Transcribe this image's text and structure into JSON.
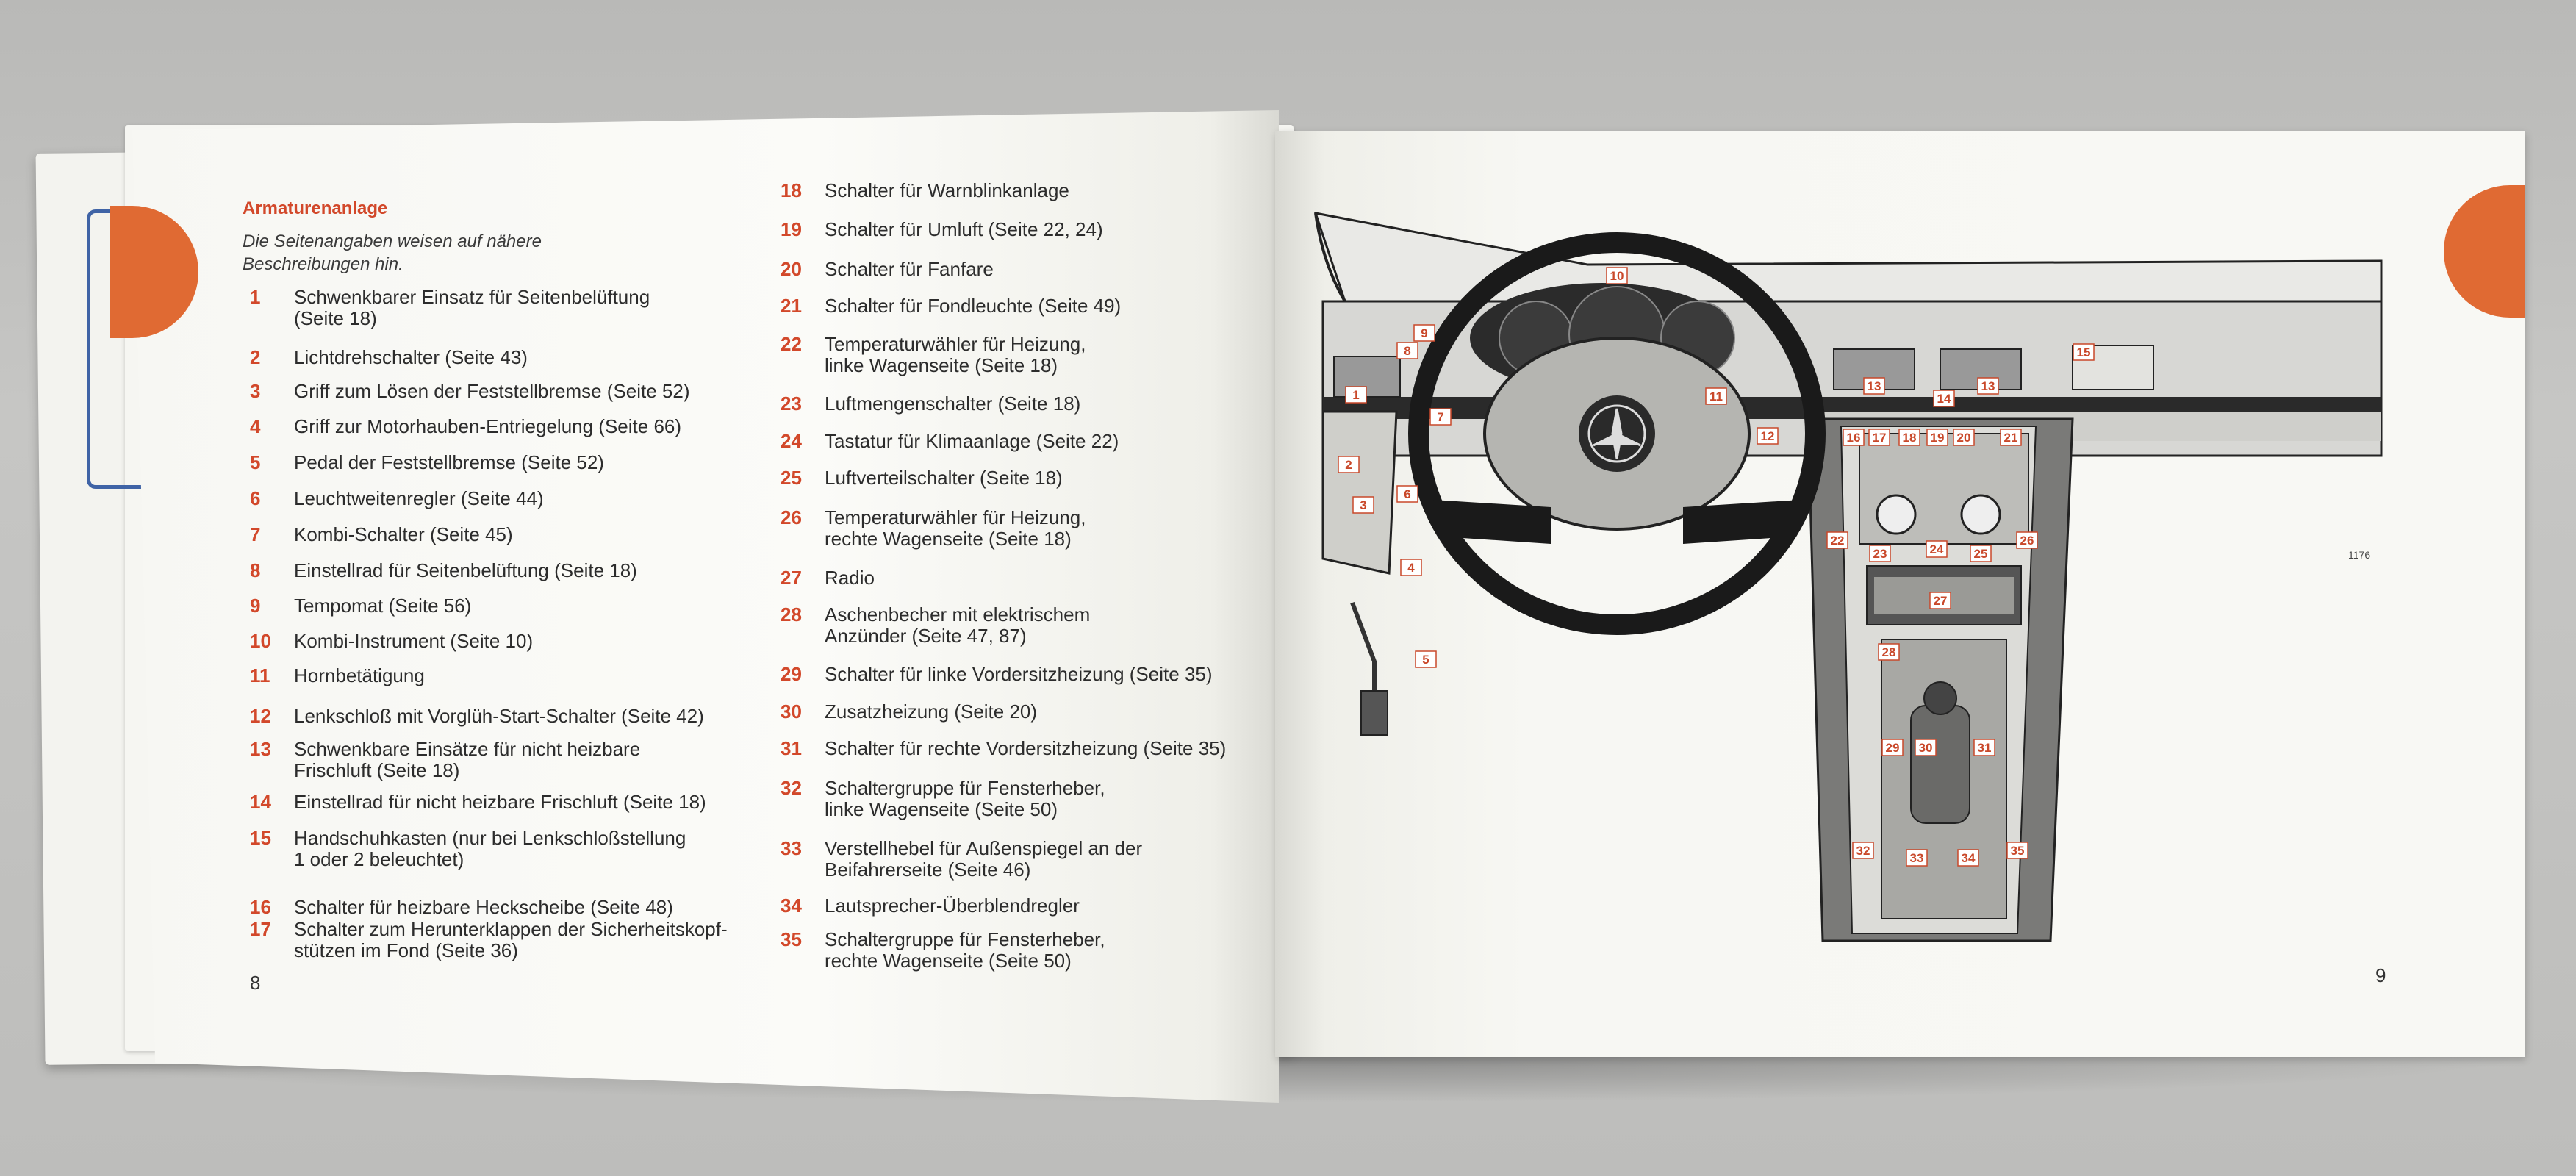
{
  "left_page": {
    "heading": "Armaturenanlage",
    "intro": "Die Seitenangaben weisen auf nähere Beschreibungen hin.",
    "page_number": "8",
    "items_col1": [
      {
        "num": "1",
        "label": "Schwenkbarer Einsatz für Seitenbelüftung\n(Seite 18)"
      },
      {
        "num": "2",
        "label": "Lichtdrehschalter (Seite 43)"
      },
      {
        "num": "3",
        "label": "Griff zum Lösen der Feststellbremse (Seite 52)"
      },
      {
        "num": "4",
        "label": "Griff zur Motorhauben-Entriegelung (Seite 66)"
      },
      {
        "num": "5",
        "label": "Pedal der Feststellbremse (Seite 52)"
      },
      {
        "num": "6",
        "label": "Leuchtweitenregler (Seite 44)"
      },
      {
        "num": "7",
        "label": "Kombi-Schalter (Seite 45)"
      },
      {
        "num": "8",
        "label": "Einstellrad für Seitenbelüftung (Seite 18)"
      },
      {
        "num": "9",
        "label": "Tempomat (Seite 56)"
      },
      {
        "num": "10",
        "label": "Kombi-Instrument (Seite 10)"
      },
      {
        "num": "11",
        "label": "Hornbetätigung"
      },
      {
        "num": "12",
        "label": "Lenkschloß mit Vorglüh-Start-Schalter (Seite 42)"
      },
      {
        "num": "13",
        "label": "Schwenkbare Einsätze für nicht heizbare\nFrischluft (Seite 18)"
      },
      {
        "num": "14",
        "label": "Einstellrad für nicht heizbare Frischluft (Seite 18)"
      },
      {
        "num": "15",
        "label": "Handschuhkasten (nur bei Lenkschloßstellung\n1 oder 2 beleuchtet)"
      },
      {
        "num": "16",
        "label": "Schalter für heizbare Heckscheibe (Seite 48)"
      },
      {
        "num": "17",
        "label": "Schalter zum Herunterklappen der Sicherheitskopf-\nstützen im Fond (Seite 36)"
      }
    ],
    "items_col2": [
      {
        "num": "18",
        "label": "Schalter für Warnblinkanlage"
      },
      {
        "num": "19",
        "label": "Schalter für Umluft (Seite 22, 24)"
      },
      {
        "num": "20",
        "label": "Schalter für Fanfare"
      },
      {
        "num": "21",
        "label": "Schalter für Fondleuchte (Seite 49)"
      },
      {
        "num": "22",
        "label": "Temperaturwähler für Heizung,\nlinke Wagenseite (Seite 18)"
      },
      {
        "num": "23",
        "label": "Luftmengenschalter (Seite 18)"
      },
      {
        "num": "24",
        "label": "Tastatur für Klimaanlage (Seite 22)"
      },
      {
        "num": "25",
        "label": "Luftverteilschalter (Seite 18)"
      },
      {
        "num": "26",
        "label": "Temperaturwähler für Heizung,\nrechte Wagenseite (Seite 18)"
      },
      {
        "num": "27",
        "label": "Radio"
      },
      {
        "num": "28",
        "label": "Aschenbecher mit elektrischem\nAnzünder (Seite 47, 87)"
      },
      {
        "num": "29",
        "label": "Schalter für linke Vordersitzheizung (Seite 35)"
      },
      {
        "num": "30",
        "label": "Zusatzheizung (Seite 20)"
      },
      {
        "num": "31",
        "label": "Schalter für rechte Vordersitzheizung (Seite 35)"
      },
      {
        "num": "32",
        "label": "Schaltergruppe für Fensterheber,\nlinke Wagenseite (Seite 50)"
      },
      {
        "num": "33",
        "label": "Verstellhebel für Außenspiegel an der\nBeifahrerseite (Seite 46)"
      },
      {
        "num": "34",
        "label": "Lautsprecher-Überblendregler"
      },
      {
        "num": "35",
        "label": "Schaltergruppe für Fensterheber,\nrechte Wagenseite (Seite 50)"
      }
    ]
  },
  "right_page": {
    "page_number": "9",
    "figure_code": "1176",
    "callouts": [
      "1",
      "2",
      "3",
      "4",
      "5",
      "6",
      "7",
      "8",
      "9",
      "10",
      "11",
      "12",
      "13",
      "13",
      "14",
      "15",
      "16",
      "17",
      "18",
      "19",
      "20",
      "21",
      "22",
      "23",
      "24",
      "25",
      "26",
      "27",
      "28",
      "29",
      "30",
      "31",
      "32",
      "33",
      "34",
      "35"
    ]
  },
  "colors": {
    "accent": "#d2482a",
    "orange_tab": "#e06a33",
    "blue_tab": "#3f63a6"
  }
}
